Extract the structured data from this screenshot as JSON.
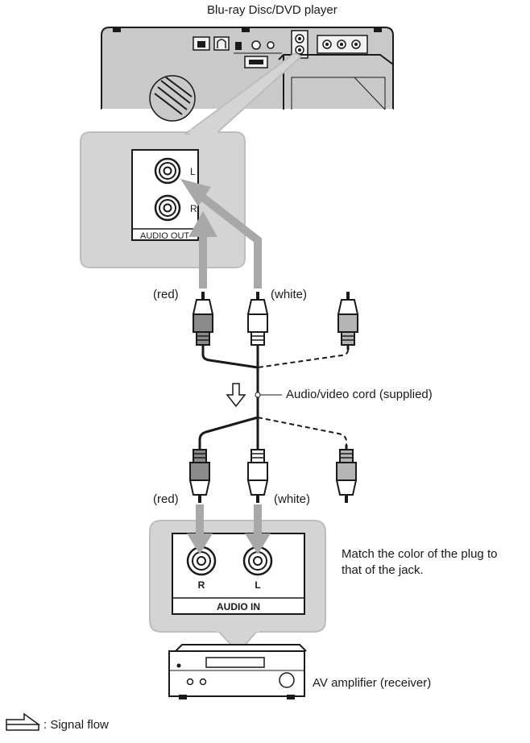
{
  "labels": {
    "player": "Blu-ray Disc/DVD player",
    "plug_red_top": "(red)",
    "plug_white_top": "(white)",
    "cord": "Audio/video cord (supplied)",
    "plug_red_bottom": "(red)",
    "plug_white_bottom": "(white)",
    "match_line1": "Match the color of the plug to",
    "match_line2": "that of the jack.",
    "amplifier": "AV amplifier (receiver)",
    "legend": ": Signal flow"
  },
  "panel_out": {
    "jack_l": "L",
    "jack_r": "R",
    "caption": "AUDIO OUT"
  },
  "panel_in": {
    "jack_r": "R",
    "jack_l": "L",
    "caption": "AUDIO IN"
  },
  "colors": {
    "callout_fill": "#d4d4d4",
    "callout_stroke": "#bdbdbd",
    "arrow": "#a8a8a8",
    "line": "#1a1a1a"
  }
}
